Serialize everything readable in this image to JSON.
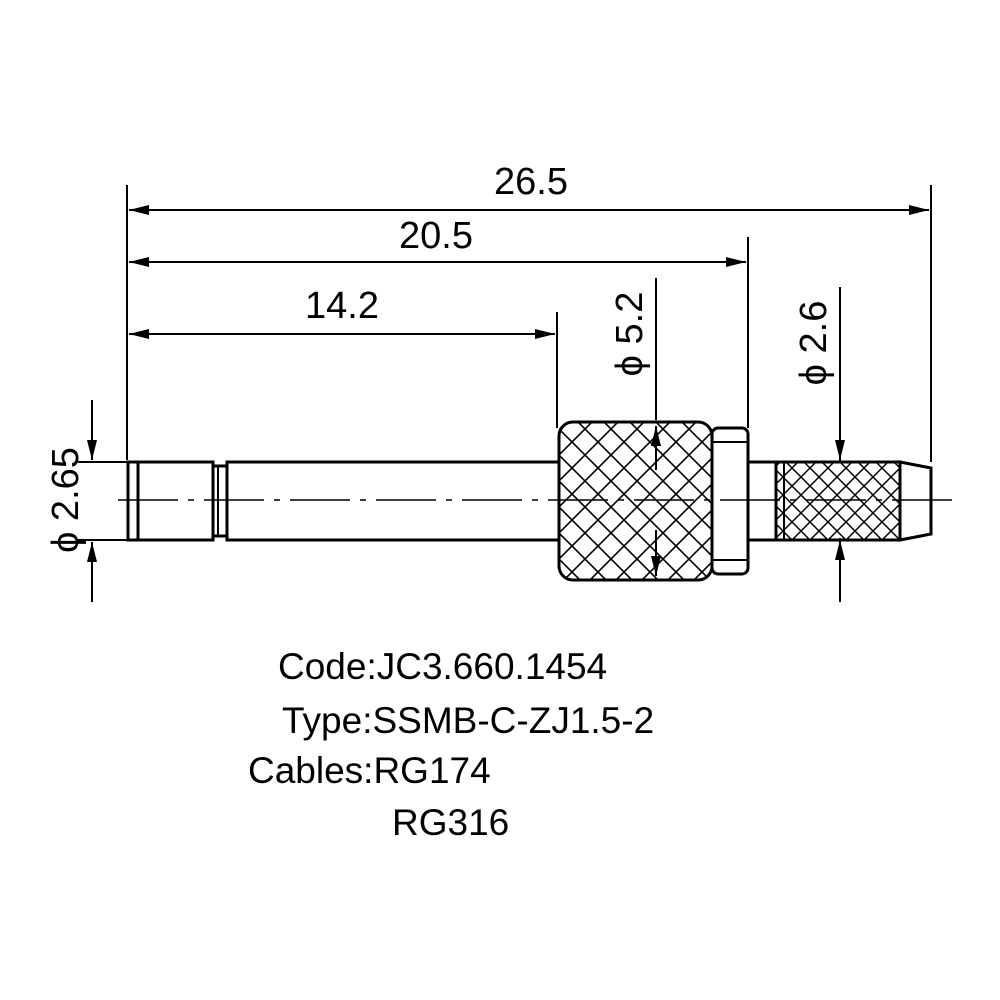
{
  "dimensions": {
    "overall_length": "26.5",
    "to_shoulder": "20.5",
    "to_knurl": "14.2",
    "dia_knurl": "ϕ 5.2",
    "dia_tail": "ϕ 2.6",
    "dia_pin": "ϕ 2.65"
  },
  "info": {
    "code_label": "Code:",
    "code_value": "JC3.660.1454",
    "type_label": "Type:",
    "type_value": "SSMB-C-ZJ1.5-2",
    "cables_label": "Cables:",
    "cable_1": "RG174",
    "cable_2": "RG316"
  }
}
